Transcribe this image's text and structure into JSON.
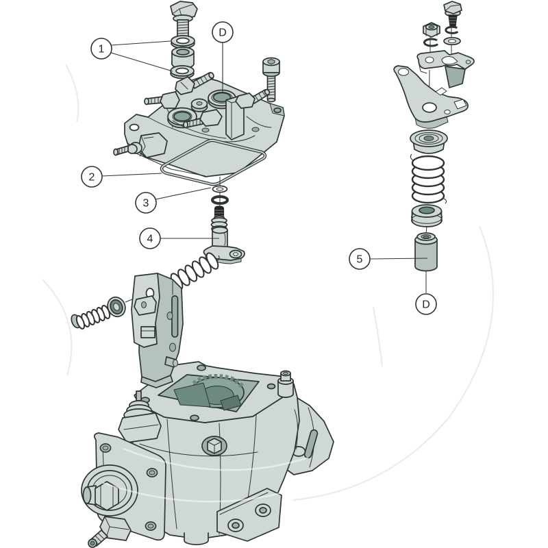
{
  "diagram": {
    "figure_type": "exploded-view-parts-diagram",
    "subject": "diesel-fuel-injection-pump",
    "background": "#ffffff",
    "callouts": {
      "one": {
        "label": "1"
      },
      "two": {
        "label": "2"
      },
      "three": {
        "label": "3"
      },
      "four": {
        "label": "4"
      },
      "five": {
        "label": "5"
      },
      "d_top": {
        "label": "D"
      },
      "d_bottom": {
        "label": "D"
      }
    },
    "colors": {
      "outline": "#2e3431",
      "fill_light": "#cfd8d2",
      "fill_mid": "#b5c3bc",
      "fill_shade": "#9dafa7",
      "fill_dark": "#7d948b",
      "teal_opening": "#9db3aa",
      "teal_gear": "#8aa59b",
      "teal_deep": "#6d8a80",
      "teal_deepest": "#5e776d",
      "bolt_black": "#232624",
      "white": "#ffffff",
      "watermark": "#ebede9",
      "callout_text": "#1f2422"
    },
    "parts": {
      "left_column": [
        "hex-flange-bolt",
        "washer-spacer-stack",
        "socket-head-bolt",
        "distributor-head",
        "head-gasket",
        "sealing-washers",
        "delivery-plunger",
        "governor-spring",
        "idle-spring-with-plug",
        "seal-bushing",
        "governor-bracket",
        "injection-pump-housing"
      ],
      "right_column": [
        "hex-bolt",
        "hex-nut",
        "lock-washer",
        "spring-washer",
        "flat-washer",
        "stop-lever-plate",
        "start-lever",
        "spring-seat-upper",
        "return-spring",
        "spring-seat-lower",
        "plunger-sleeve"
      ]
    }
  }
}
